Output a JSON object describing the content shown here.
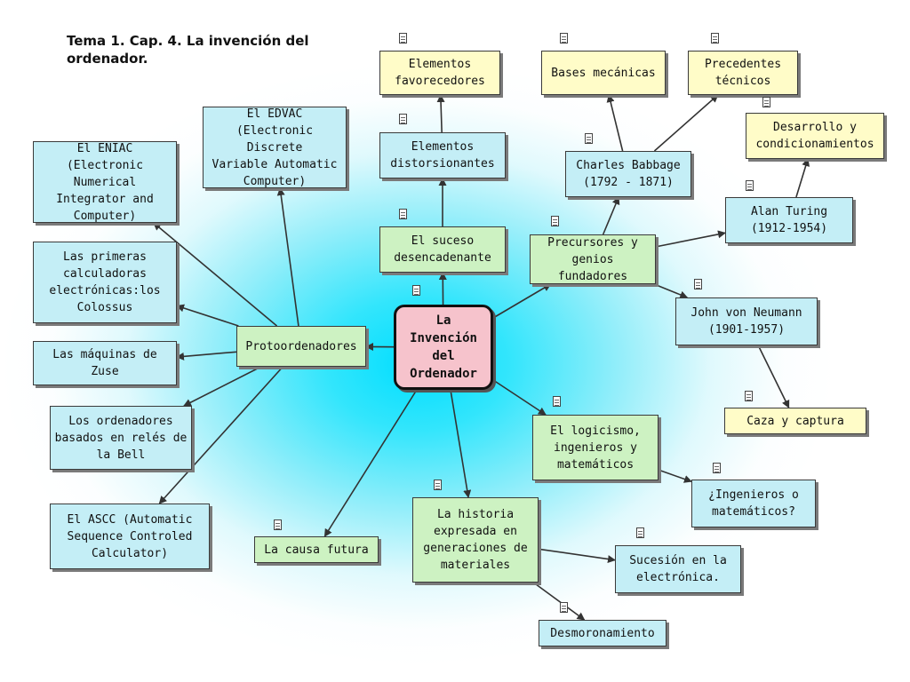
{
  "title": "Tema 1.  Cap. 4. La invención del\nordenador.",
  "nodes": {
    "center": "La\nInvención\ndel\nOrdenador",
    "elementos_favorecedores": "Elementos\nfavorecedores",
    "bases_mecanicas": "Bases mecánicas",
    "precedentes_tecnicos": "Precedentes\ntécnicos",
    "desarrollo_condicionamientos": "Desarrollo y\ncondicionamientos",
    "elementos_distorsionantes": "Elementos\ndistorsionantes",
    "charles_babbage": "Charles Babbage\n(1792 - 1871)",
    "alan_turing": "Alan Turing\n(1912-1954)",
    "edvac": "El EDVAC\n(Electronic Discrete\nVariable Automatic\nComputer)",
    "eniac": "El ENIAC (Electronic\nNumerical\nIntegrator and\nComputer)",
    "suceso_desencadenante": "El suceso\ndesencadenante",
    "precursores": "Precursores y\ngenios fundadores",
    "calculadoras_colossus": "Las primeras\ncalculadoras\nelectrónicas:los\nColossus",
    "john_von_neumann": "John von Neumann\n(1901-1957)",
    "protoordenadores": "Protoordenadores",
    "maquinas_zuse": "Las máquinas de\nZuse",
    "caza_captura": "Caza y captura",
    "reles_bell": "Los ordenadores\nbasados en relés de\nla Bell",
    "logicismo": "El logicismo,\ningenieros y\nmatemáticos",
    "ingenieros_matematicos": "¿Ingenieros o\nmatemáticos?",
    "ascc": "El ASCC (Automatic\nSequence Controled\nCalculator)",
    "causa_futura": "La causa futura",
    "historia_generaciones": "La historia\nexpresada en\ngeneraciones de\nmateriales",
    "sucesion_electronica": "Sucesión en la\nelectrónica.",
    "desmoronamiento": "Desmoronamiento"
  },
  "colors": {
    "background_glow": "#00deff",
    "node_blue": "#c4eef6",
    "node_green": "#cdf2c2",
    "node_yellow": "#fffcc8",
    "node_center": "#f6c3cc",
    "link": "#333333"
  },
  "icons": [
    "document-icon"
  ],
  "links": [
    [
      "center",
      "suceso_desencadenante"
    ],
    [
      "suceso_desencadenante",
      "elementos_distorsionantes"
    ],
    [
      "elementos_distorsionantes",
      "elementos_favorecedores"
    ],
    [
      "center",
      "precursores"
    ],
    [
      "precursores",
      "charles_babbage"
    ],
    [
      "charles_babbage",
      "bases_mecanicas"
    ],
    [
      "charles_babbage",
      "precedentes_tecnicos"
    ],
    [
      "precursores",
      "alan_turing"
    ],
    [
      "alan_turing",
      "desarrollo_condicionamientos"
    ],
    [
      "precursores",
      "john_von_neumann"
    ],
    [
      "john_von_neumann",
      "caza_captura"
    ],
    [
      "center",
      "logicismo"
    ],
    [
      "logicismo",
      "ingenieros_matematicos"
    ],
    [
      "center",
      "historia_generaciones"
    ],
    [
      "historia_generaciones",
      "sucesion_electronica"
    ],
    [
      "historia_generaciones",
      "desmoronamiento"
    ],
    [
      "center",
      "causa_futura"
    ],
    [
      "center",
      "protoordenadores"
    ],
    [
      "protoordenadores",
      "edvac"
    ],
    [
      "protoordenadores",
      "eniac"
    ],
    [
      "protoordenadores",
      "calculadoras_colossus"
    ],
    [
      "protoordenadores",
      "maquinas_zuse"
    ],
    [
      "protoordenadores",
      "reles_bell"
    ],
    [
      "protoordenadores",
      "ascc"
    ]
  ]
}
